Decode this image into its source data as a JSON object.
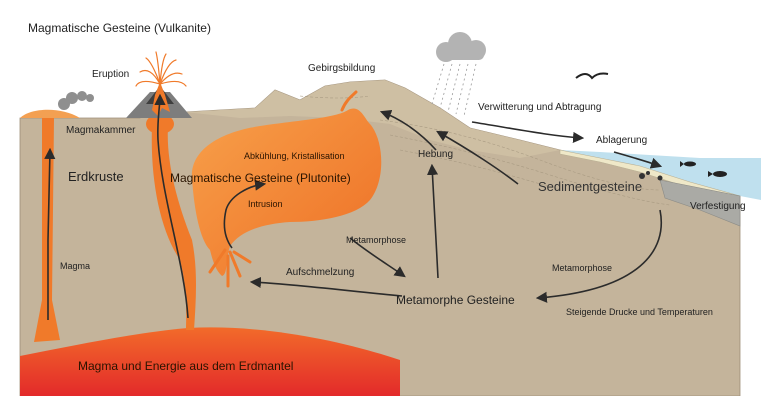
{
  "diagram": {
    "labels": {
      "vulkanite": "Magmatische Gesteine (Vulkanite)",
      "eruption": "Eruption",
      "gebirgsbildung": "Gebirgsbildung",
      "verwitterung": "Verwitterung und Abtragung",
      "ablagerung": "Ablagerung",
      "magmakammer": "Magmakammer",
      "erdkruste": "Erdkruste",
      "abkuehlung": "Abkühlung, Kristallisation",
      "plutonite": "Magmatische Gesteine (Plutonite)",
      "intrusion": "Intrusion",
      "hebung": "Hebung",
      "sedimentgesteine": "Sedimentgesteine",
      "verfestigung": "Verfestigung",
      "metamorphose_left": "Metamorphose",
      "metamorphose_right": "Metamorphose",
      "magma": "Magma",
      "aufschmelzung": "Aufschmelzung",
      "metamorphe_gesteine": "Metamorphe Gesteine",
      "steigende_drucke": "Steigende Drucke und Temperaturen",
      "erdmantel": "Magma und Energie aus dem Erdmantel"
    },
    "colors": {
      "crust": "#c4b49b",
      "mountain": "#cabb9f",
      "magma": "#f07a2a",
      "mantle": "#e3342b",
      "sea": "#bfe0ee",
      "sediment": "#efe8c8",
      "cloud": "#b3b3b3",
      "arrow": "#2b2b2b"
    }
  }
}
